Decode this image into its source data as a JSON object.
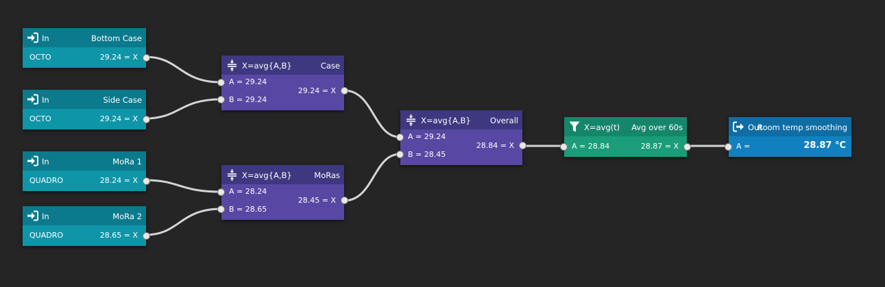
{
  "inputs": [
    {
      "type": "In",
      "name": "Bottom Case",
      "device": "OCTO",
      "value": "29.24 = X"
    },
    {
      "type": "In",
      "name": "Side Case",
      "device": "OCTO",
      "value": "29.24 = X"
    },
    {
      "type": "In",
      "name": "MoRa 1",
      "device": "QUADRO",
      "value": "28.24 = X"
    },
    {
      "type": "In",
      "name": "MoRa 2",
      "device": "QUADRO",
      "value": "28.65 = X"
    }
  ],
  "avg_nodes": [
    {
      "formula": "X=avg{A,B}",
      "name": "Case",
      "a": "A = 29.24",
      "b": "B = 29.24",
      "x": "29.24 = X"
    },
    {
      "formula": "X=avg{A,B}",
      "name": "MoRas",
      "a": "A = 28.24",
      "b": "B = 28.65",
      "x": "28.45 = X"
    },
    {
      "formula": "X=avg{A,B}",
      "name": "Overall",
      "a": "A = 29.24",
      "b": "B = 28.45",
      "x": "28.84 = X"
    }
  ],
  "filter": {
    "formula": "X=avg(t)",
    "name": "Avg over 60s",
    "a": "A = 28.84",
    "x": "28.87 = X"
  },
  "output": {
    "type": "Out",
    "name": "Room temp smoothing",
    "a": "A =",
    "value": "28.87 °C"
  },
  "icons": {
    "input": "sign-in-icon",
    "output": "sign-out-icon",
    "average": "average-icon",
    "filter": "filter-icon"
  },
  "colors": {
    "input": "#0f95a8",
    "average": "#5847a3",
    "filter": "#1a9d78",
    "output": "#1180bf",
    "wire": "#d8d8d8"
  }
}
